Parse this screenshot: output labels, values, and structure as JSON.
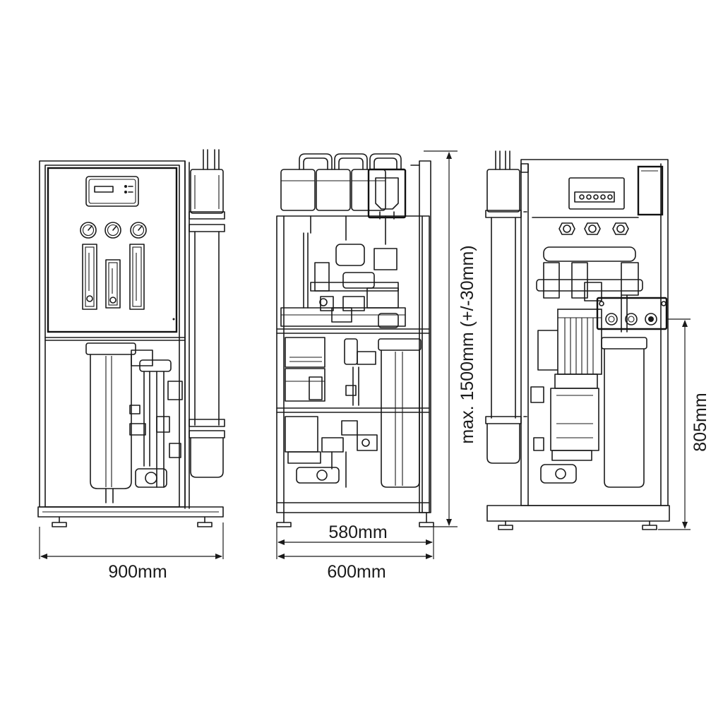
{
  "dimensions": {
    "width_front": "900mm",
    "depth_inner": "580mm",
    "depth_outer": "600mm",
    "height_max": "max. 1500mm (+/-30mm)",
    "connection_height": "805mm"
  },
  "colors": {
    "line": "#1a1a1a",
    "background": "#ffffff"
  }
}
